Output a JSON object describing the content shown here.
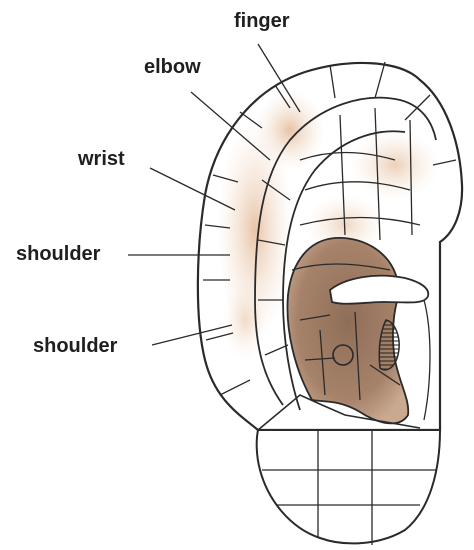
{
  "labels": {
    "finger": "finger",
    "elbow": "elbow",
    "wrist": "wrist",
    "shoulder_upper": "shoulder",
    "shoulder_lower": "shoulder"
  },
  "colors": {
    "outline": "#2a2a2a",
    "paper": "#ffffff",
    "shade_light": "#f3dcc9",
    "shade_mid": "#e6c2a6",
    "shade_dark": "#a8846a",
    "shade_deep": "#8e6d57"
  }
}
